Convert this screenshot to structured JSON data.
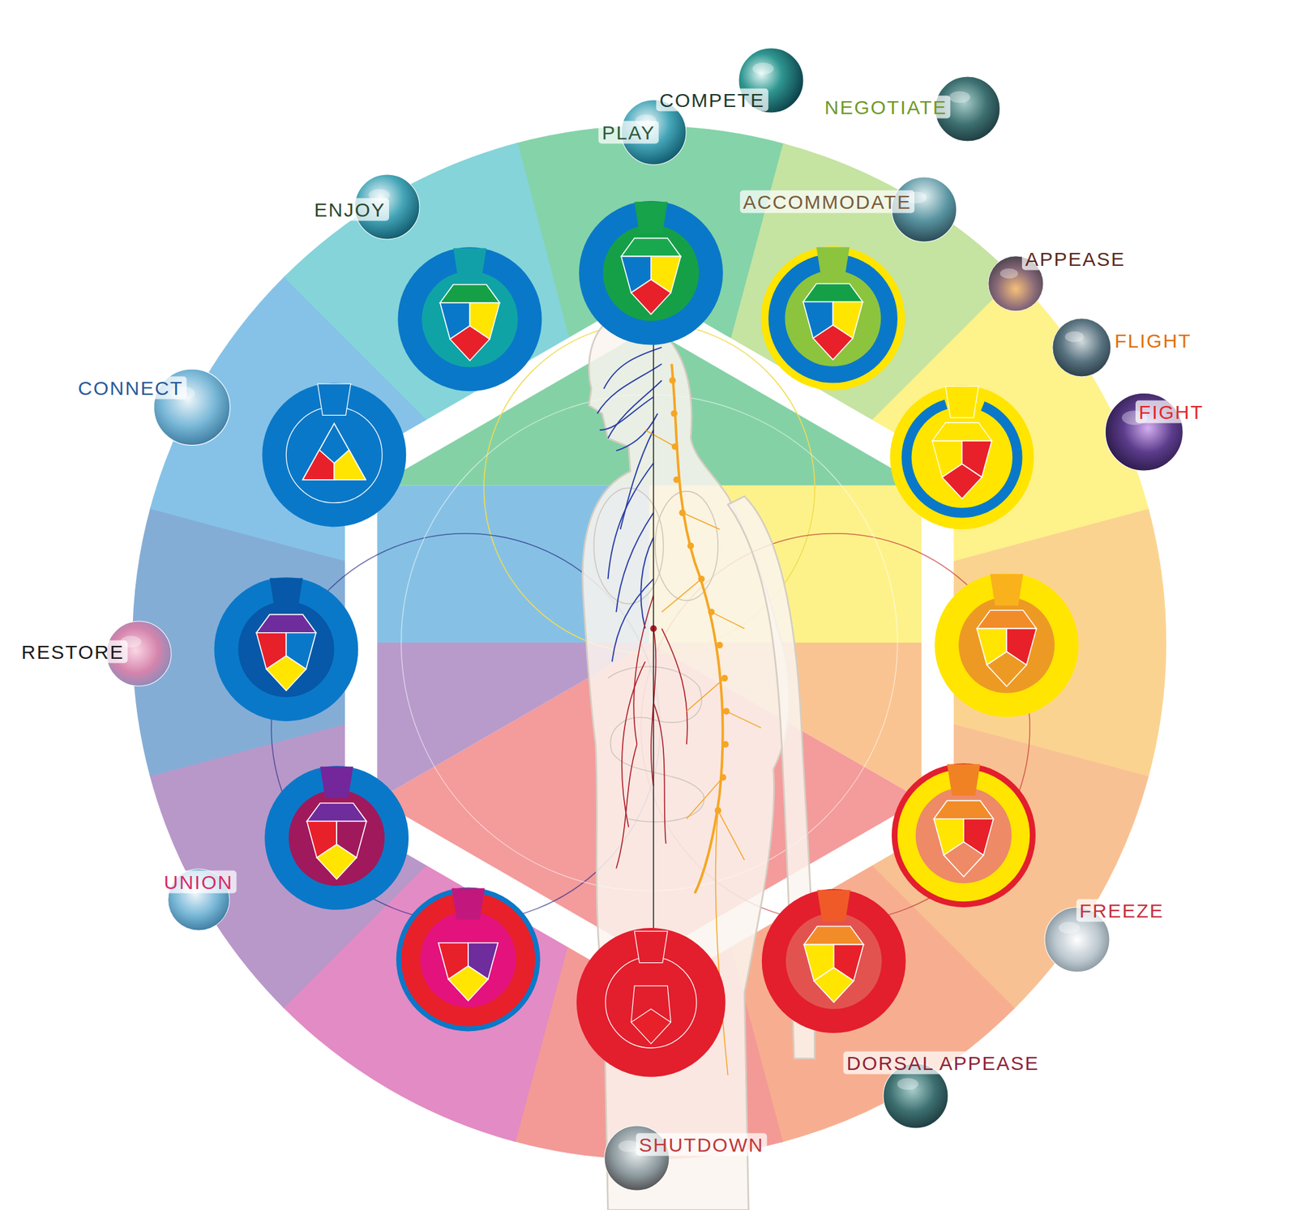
{
  "diagram": {
    "nodes": [
      {
        "text": [
          "PLAY"
        ]
      },
      {
        "text": [
          "COMPETE"
        ]
      },
      {
        "text": [
          "NEGOTIATE"
        ]
      },
      {
        "text": [
          "ACCOMMODATE"
        ]
      },
      {
        "text": [
          "APPEASE"
        ]
      },
      {
        "text": [
          "FLIGHT"
        ]
      },
      {
        "text": [
          "FIGHT"
        ]
      },
      {
        "text": [
          "FREEZE"
        ]
      },
      {
        "text": [
          "DORSAL APPEASE"
        ]
      },
      {
        "text": [
          "SHUTDOWN"
        ]
      },
      {
        "text": [
          "UNION"
        ]
      },
      {
        "text": [
          "RESTORE"
        ]
      },
      {
        "text": [
          "CONNECT"
        ]
      },
      {
        "text": [
          "ENJOY"
        ]
      }
    ]
  }
}
